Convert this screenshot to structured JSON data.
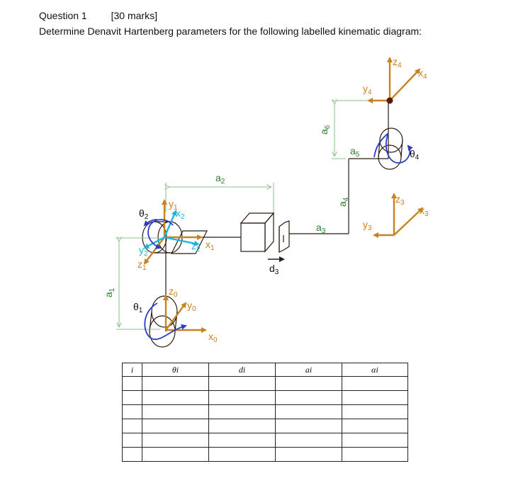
{
  "question": {
    "number": "Question 1",
    "marks": "[30 marks]",
    "instruction": "Determine Denavit Hartenberg parameters for the following labelled kinematic diagram:"
  },
  "diagram": {
    "labels": {
      "z4": "z",
      "z4_sub": "4",
      "x4": "x",
      "x4_sub": "4",
      "y4": "y",
      "y4_sub": "4",
      "a6": "a",
      "a6_sub": "6",
      "a5": "a",
      "a5_sub": "5",
      "theta4": "θ",
      "theta4_sub": "4",
      "a4": "a",
      "a4_sub": "4",
      "z3": "z",
      "z3_sub": "3",
      "x3": "x",
      "x3_sub": "3",
      "y3": "y",
      "y3_sub": "3",
      "a3": "a",
      "a3_sub": "3",
      "a2": "a",
      "a2_sub": "2",
      "d3": "d",
      "d3_sub": "3",
      "y1": "y",
      "y1_sub": "1",
      "theta2": "θ",
      "theta2_sub": "2",
      "x2": "x",
      "x2_sub": "2",
      "z2": "z",
      "z2_sub": "2",
      "x1": "x",
      "x1_sub": "1",
      "y2": "y",
      "y2_sub": "2",
      "z1": "z",
      "z1_sub": "1",
      "a1": "a",
      "a1_sub": "1",
      "z0": "z",
      "z0_sub": "0",
      "theta1": "θ",
      "theta1_sub": "1",
      "y0": "y",
      "y0_sub": "0",
      "x0": "x",
      "x0_sub": "0"
    },
    "colors": {
      "link": "#2a1a10",
      "axis_orange": "#c8821e",
      "axis_cyan": "#22b0e0",
      "rotation_blue": "#2a3cc8",
      "dimension_green": "#8dc08d",
      "label_green": "#2e7d2e",
      "joint_dot": "#5a1a0a"
    }
  },
  "table": {
    "headers": [
      "i",
      "θi",
      "di",
      "ai",
      "αi"
    ],
    "rows": [
      [
        "",
        "",
        "",
        "",
        ""
      ],
      [
        "",
        "",
        "",
        "",
        ""
      ],
      [
        "",
        "",
        "",
        "",
        ""
      ],
      [
        "",
        "",
        "",
        "",
        ""
      ],
      [
        "",
        "",
        "",
        "",
        ""
      ],
      [
        "",
        "",
        "",
        "",
        ""
      ]
    ]
  }
}
